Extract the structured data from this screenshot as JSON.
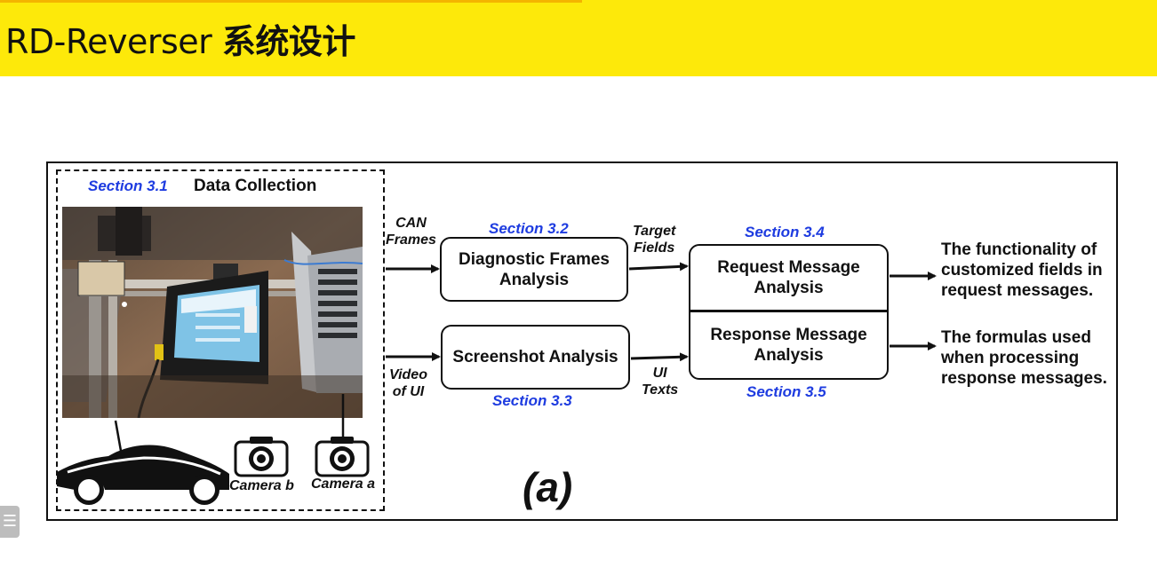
{
  "slide": {
    "title_latin": "RD-Reverser",
    "title_cjk": "系统设计",
    "header_color": "#fde90a"
  },
  "diagram": {
    "data_collection": {
      "section": "Section 3.1",
      "title": "Data Collection",
      "camera_b": "Camera b",
      "camera_a": "Camera a"
    },
    "inputs": {
      "can_frames": "CAN\nFrames",
      "video_of_ui": "Video\nof UI"
    },
    "diagnostic": {
      "section": "Section 3.2",
      "label": "Diagnostic Frames\nAnalysis"
    },
    "screenshot": {
      "section": "Section 3.3",
      "label": "Screenshot Analysis"
    },
    "target_fields": "Target\nFields",
    "ui_texts": "UI\nTexts",
    "request": {
      "section": "Section 3.4",
      "label": "Request Message\nAnalysis"
    },
    "response": {
      "section": "Section 3.5",
      "label": "Response Message\nAnalysis"
    },
    "outputs": {
      "request_out": "The functionality of\ncustomized fields in\nrequest messages.",
      "response_out": "The formulas used\nwhen processing\nresponse messages."
    },
    "panel_letter": "(a)",
    "section_color": "#1e3ce0"
  },
  "icons": {
    "camera": "camera-icon",
    "car": "car-icon",
    "menu": "menu-icon"
  }
}
